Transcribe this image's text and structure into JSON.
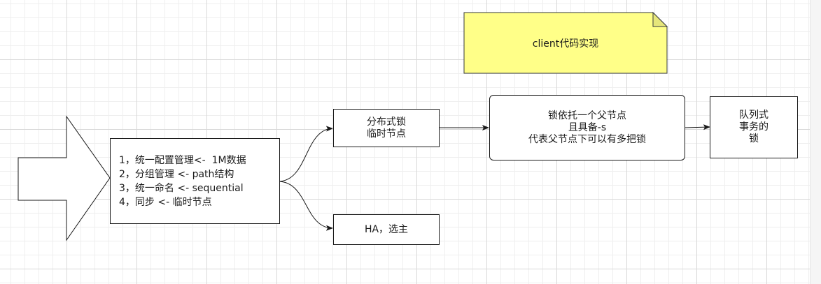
{
  "note": {
    "text": "client代码实现",
    "fill": "#ffff88",
    "stroke": "#36393d"
  },
  "features_box": {
    "lines": [
      "1，统一配置管理<-  1M数据",
      "2，分组管理 <- path结构",
      "3，统一命名 <- sequential",
      "4，同步 <- 临时节点"
    ]
  },
  "distributed_lock_box": {
    "lines": [
      "分布式锁",
      "临时节点"
    ]
  },
  "ha_box": {
    "text": "HA，选主"
  },
  "lock_parent_box": {
    "lines": [
      "锁依托一个父节点",
      "且具备-s",
      "代表父节点下可以有多把锁"
    ]
  },
  "queue_box": {
    "lines": [
      "队列式",
      "事务的",
      "锁"
    ]
  },
  "colors": {
    "stroke": "#1a1a1a",
    "grid_major": "#d9d9d9",
    "grid_minor": "#efefef",
    "background": "#ffffff"
  }
}
